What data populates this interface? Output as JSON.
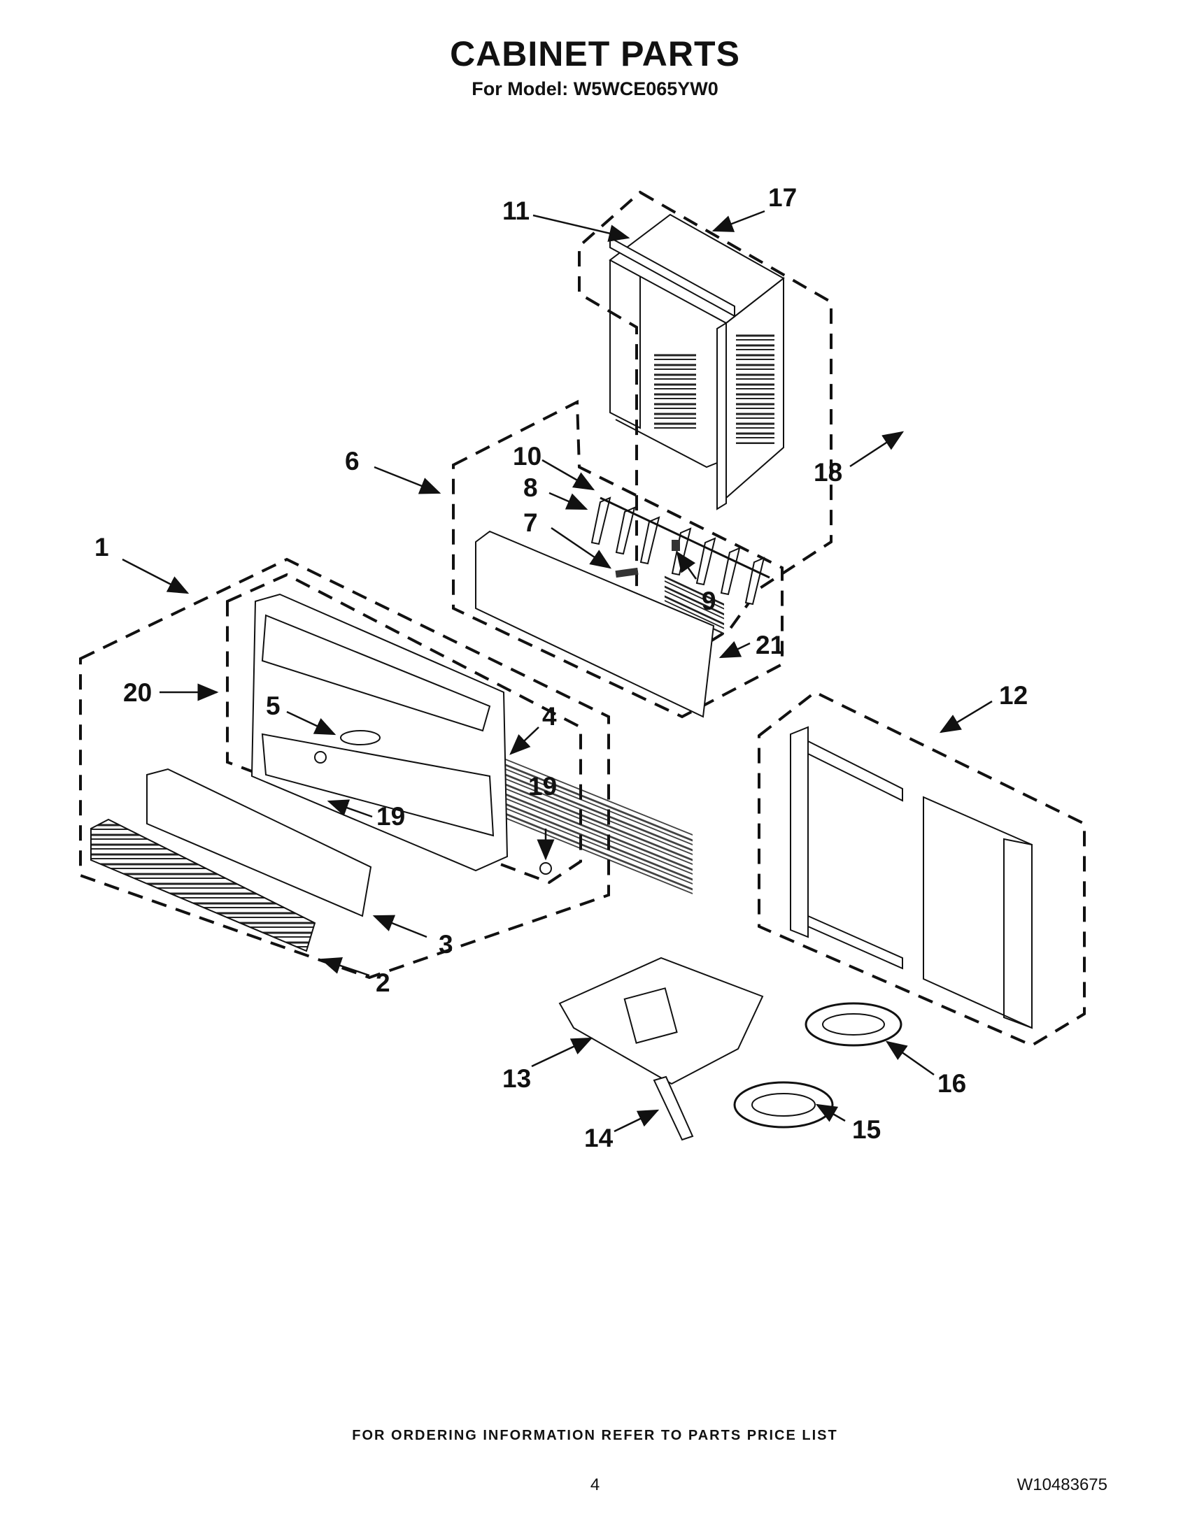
{
  "header": {
    "title": "CABINET PARTS",
    "subtitle": "For Model: W5WCE065YW0"
  },
  "callouts": [
    "1",
    "2",
    "3",
    "4",
    "5",
    "6",
    "7",
    "8",
    "9",
    "10",
    "11",
    "12",
    "13",
    "14",
    "15",
    "16",
    "17",
    "18",
    "19",
    "19",
    "20",
    "21"
  ],
  "footer": {
    "ordering_note": "FOR ORDERING INFORMATION REFER TO PARTS PRICE LIST",
    "page_number": "4",
    "document_number": "W10483675"
  }
}
